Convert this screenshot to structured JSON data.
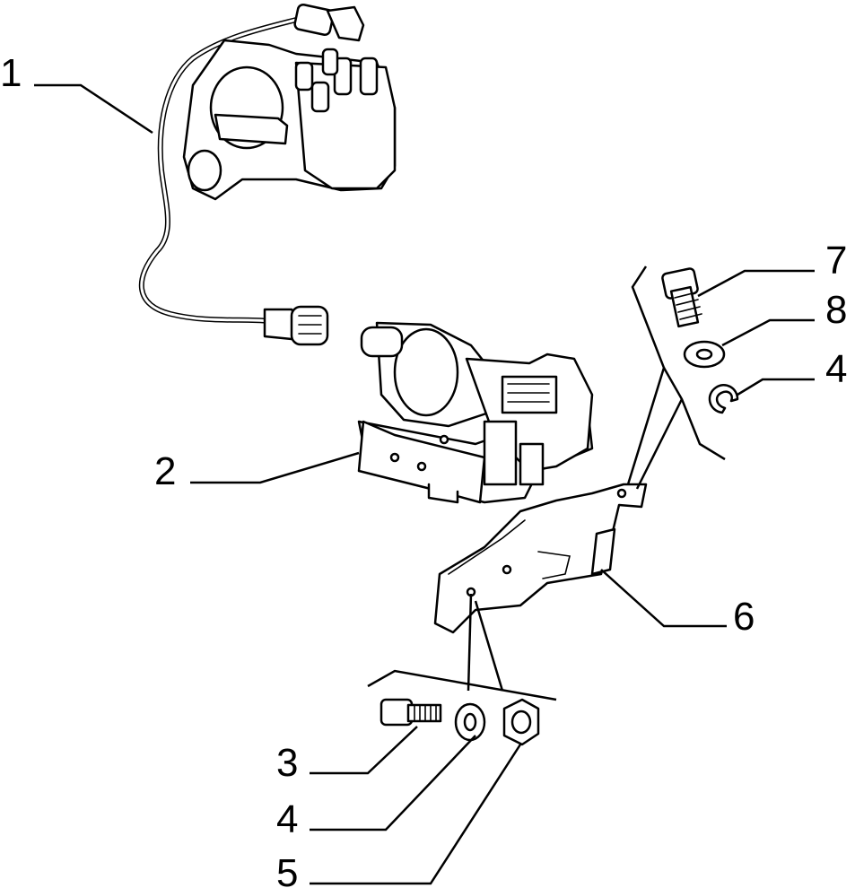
{
  "callouts": [
    {
      "id": "c1",
      "text": "1"
    },
    {
      "id": "c2",
      "text": "2"
    },
    {
      "id": "c3",
      "text": "3"
    },
    {
      "id": "c4a",
      "text": "4"
    },
    {
      "id": "c4b",
      "text": "4"
    },
    {
      "id": "c5",
      "text": "5"
    },
    {
      "id": "c6",
      "text": "6"
    },
    {
      "id": "c7",
      "text": "7"
    },
    {
      "id": "c8",
      "text": "8"
    }
  ],
  "parts": {
    "p1": "distributor-with-cable",
    "p2": "ignition-module",
    "p3": "bolt",
    "p4": "spring-washer",
    "p5": "nut",
    "p6": "mounting-bracket",
    "p7": "bolt",
    "p8": "flat-washer"
  }
}
